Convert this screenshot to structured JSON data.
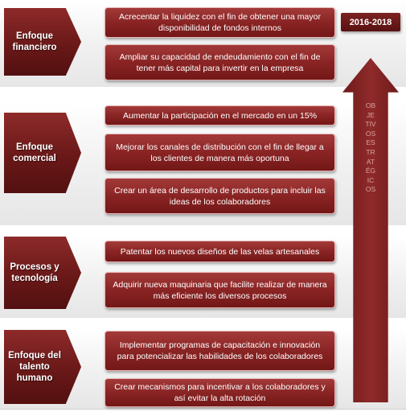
{
  "period": "2016-2018",
  "arrow_label": "OBJETIVOS ESTRATÉGICOS",
  "sections": [
    {
      "label": "Enfoque financiero",
      "objectives": [
        "Acrecentar la liquidez con el fin de obtener una mayor disponibilidad de fondos internos",
        "Ampliar su capacidad de endeudamiento con el fin de tener más capital para invertir en la empresa"
      ]
    },
    {
      "label": "Enfoque comercial",
      "objectives": [
        "Aumentar la participación en el mercado en un 15%",
        "Mejorar los canales de distribución con el fin de llegar a los clientes de manera más oportuna",
        "Crear un área de desarrollo de productos para incluir las ideas de los colaboradores"
      ]
    },
    {
      "label": "Procesos y tecnología",
      "objectives": [
        "Patentar los nuevos diseños de las velas artesanales",
        "Adquirir nueva maquinaria que facilite realizar de manera más eficiente los diversos procesos"
      ]
    },
    {
      "label": "Enfoque del talento humano",
      "objectives": [
        "Implementar programas de capacitación e innovación para potencializar las habilidades de los colaboradores",
        "Crear mecanismos para incentivar a los colaboradores y así evitar la alta rotación"
      ]
    }
  ]
}
